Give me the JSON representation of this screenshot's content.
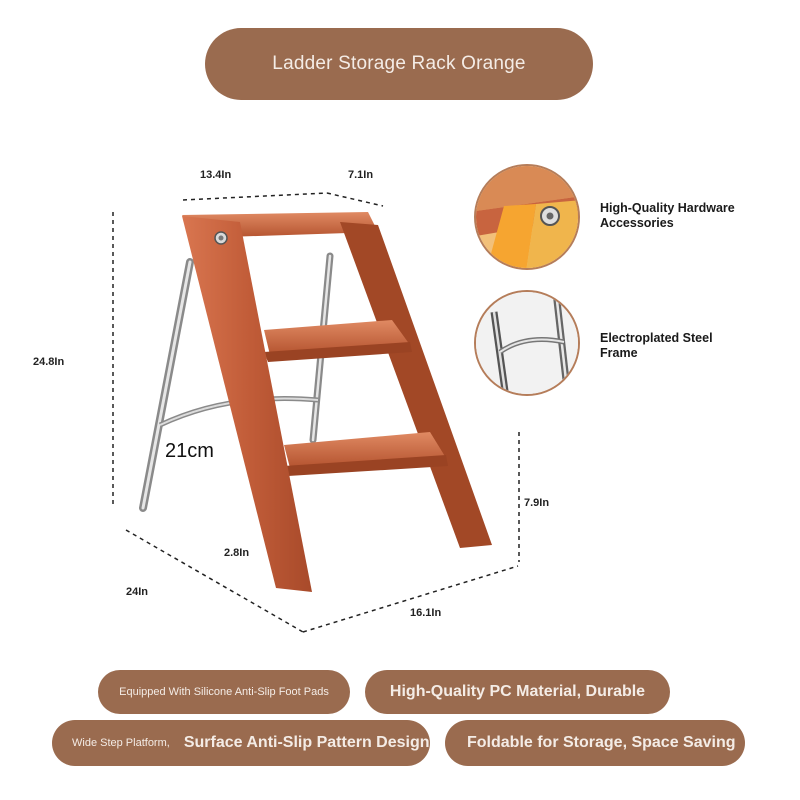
{
  "title": "Ladder Storage Rack Orange",
  "dimensions": {
    "width_top": "13.4In",
    "depth_top": "7.1In",
    "height": "24.8In",
    "step_gap": "21cm",
    "step_depth": "2.8In",
    "base_depth": "24In",
    "base_width": "16.1In",
    "step_height": "7.9In"
  },
  "callouts": [
    {
      "label": "High-Quality Hardware Accessories"
    },
    {
      "label": "Electroplated Steel Frame"
    }
  ],
  "features": {
    "feat1": "Equipped With Silicone Anti-Slip Foot Pads",
    "feat2": "High-Quality PC Material, Durable",
    "feat3_small": "Wide Step Platform,",
    "feat3_big": "Surface Anti-Slip Pattern Design",
    "feat4": "Foldable for Storage, Space Saving"
  },
  "colors": {
    "pill": "#9a6b4f",
    "ladder": "#c8643f",
    "frame": "#b0b0b0"
  }
}
